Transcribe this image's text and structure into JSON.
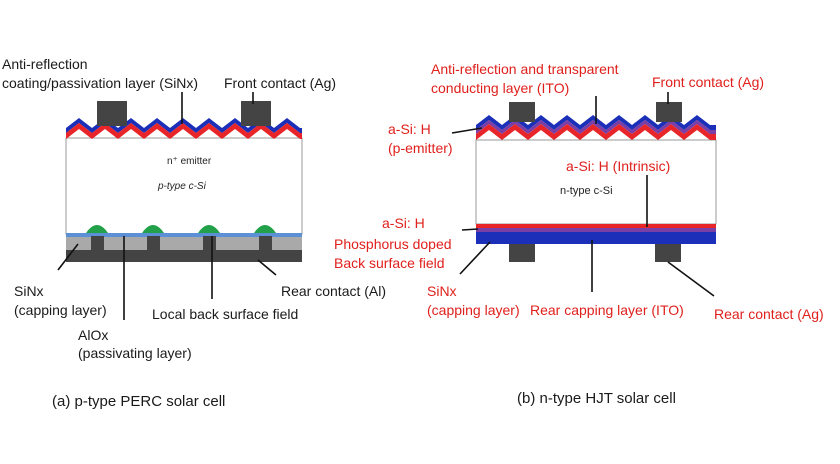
{
  "perc": {
    "anti_reflection_l1": "Anti-reflection",
    "anti_reflection_l2": "coating/passivation layer (SiNx)",
    "front_contact": "Front contact (Ag)",
    "emitter": "n⁺ emitter",
    "bulk": "p-type c-Si",
    "sinx_l1": "SiNx",
    "sinx_l2": "(capping layer)",
    "alox_l1": "AlOx",
    "alox_l2": "(passivating layer)",
    "local_bsf": "Local back surface field",
    "rear_contact": "Rear contact (Al)",
    "caption": "(a) p-type PERC solar cell"
  },
  "hjt": {
    "anti_reflection_l1": "Anti-reflection and transparent",
    "anti_reflection_l2": "conducting layer (ITO)",
    "front_contact": "Front contact (Ag)",
    "asi_p_l1": "a-Si: H",
    "asi_p_l2": "(p-emitter)",
    "asi_i": "a-Si: H (Intrinsic)",
    "bulk": "n-type  c-Si",
    "asi_n_l1": "a-Si: H",
    "asi_n_l2": "Phosphorus doped",
    "asi_n_l3": "Back surface field",
    "sinx_l1": "SiNx",
    "sinx_l2": "(capping layer)",
    "rear_capping": "Rear capping layer (ITO)",
    "rear_contact": "Rear contact (Ag)",
    "caption": "(b) n-type HJT solar cell"
  },
  "colors": {
    "sinx_blue": "#1b2fb8",
    "red_layer": "#e8262a",
    "contact_grey": "#444444",
    "alox_blue": "#5b8fd6",
    "capping_grey": "#a9a9a9",
    "bsf_green": "#22a14a",
    "ito_purple": "#7a3fa6",
    "label_red": "#e0201c"
  }
}
